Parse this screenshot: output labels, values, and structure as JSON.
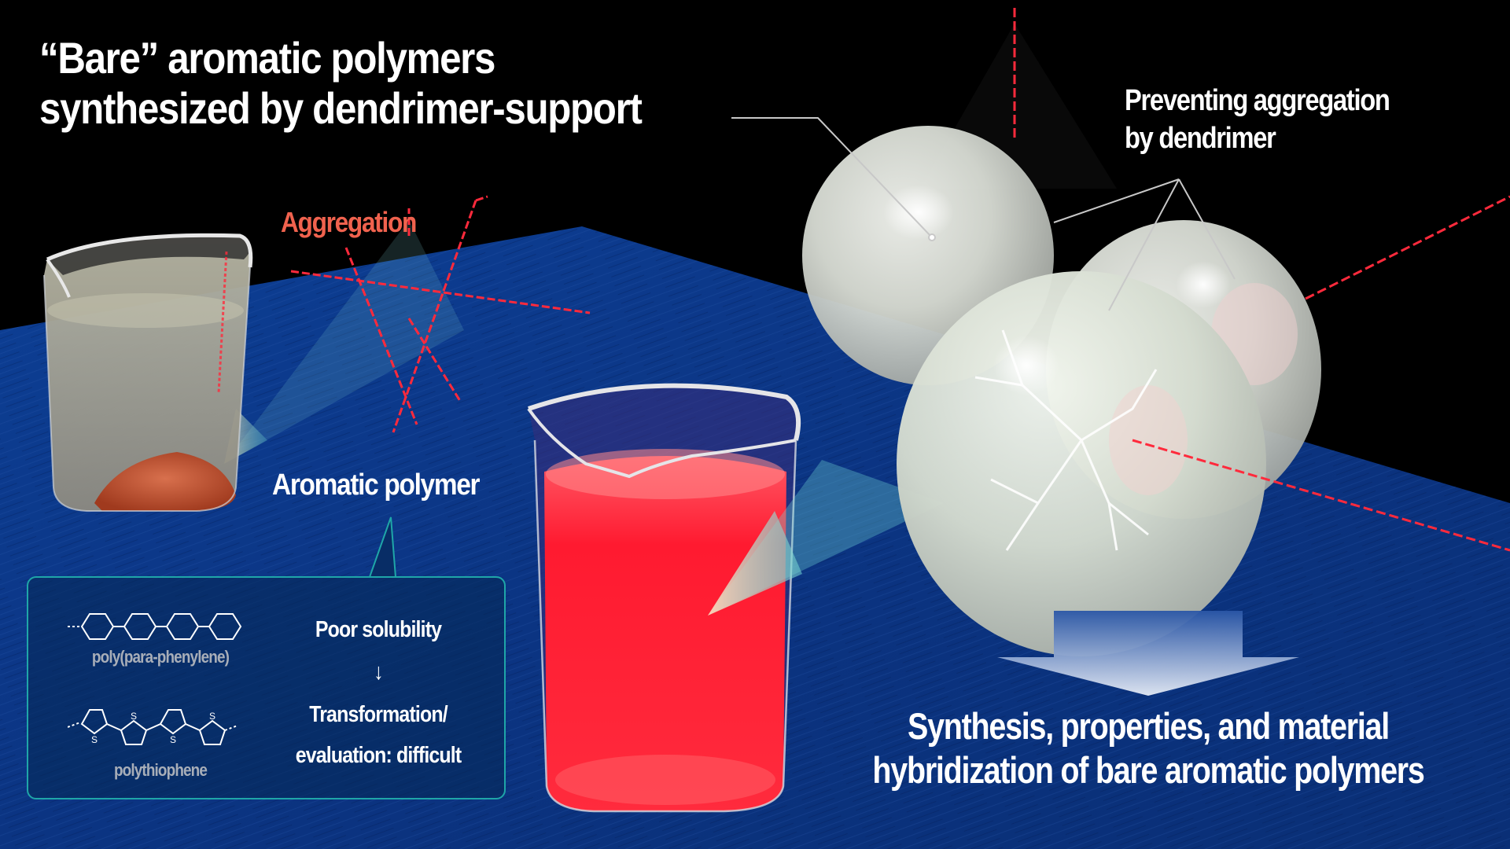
{
  "title": {
    "line1": "“Bare” aromatic polymers",
    "line2": "synthesized by dendrimer-support"
  },
  "labels": {
    "aggregation": "Aggregation",
    "aromatic_polymer": "Aromatic polymer",
    "preventing_line1": "Preventing aggregation",
    "preventing_line2": "by dendrimer"
  },
  "info_box": {
    "structure_1_name": "poly(para-phenylene)",
    "structure_2_name": "polythiophene",
    "problem": "Poor solubility",
    "arrow": "↓",
    "consequence_line1": "Transformation/",
    "consequence_line2": "evaluation: difficult"
  },
  "result": {
    "line1": "Synthesis, properties, and material",
    "line2": "hybridization of bare aromatic polymers"
  },
  "colors": {
    "background": "#000000",
    "table_blue": "#0c3a8c",
    "polymer_red": "#ff2a3c",
    "aggregation_label": "#f0624e",
    "box_border": "#1fa6a8",
    "red_solution": "#ff1e32"
  }
}
